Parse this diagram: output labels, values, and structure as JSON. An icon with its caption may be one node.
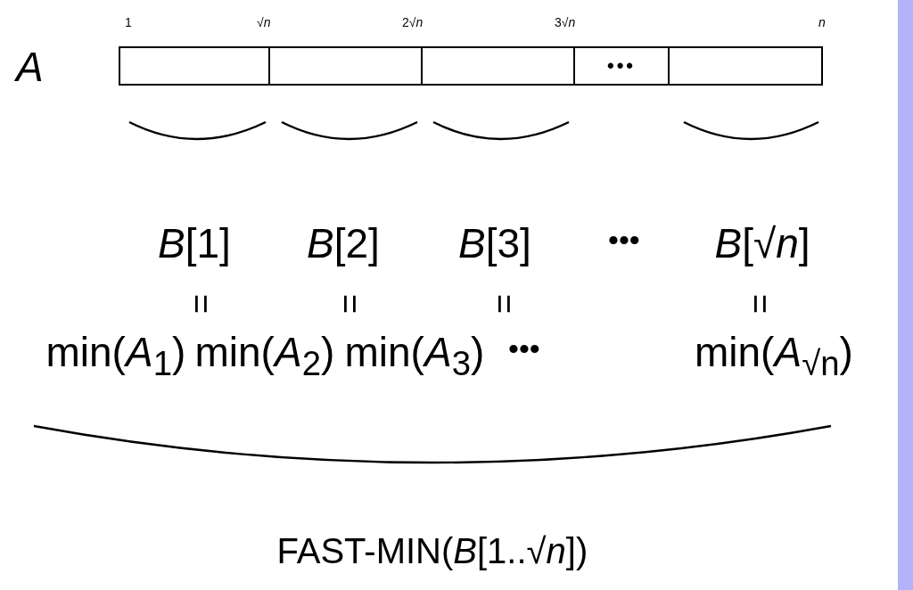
{
  "diagram": {
    "nodes": [
      {
        "text": [],
        "shape": "box"
      },
      {
        "text": [],
        "shape": "box"
      },
      {
        "text": [],
        "shape": "box"
      },
      {
        "text": [
          "•••"
        ]
      },
      {
        "text": [],
        "shape": "box"
      }
    ],
    "edges": [],
    "labels": [
      "*A*",
      "1",
      "√*n*",
      "2√*n*",
      "3√*n*",
      "*n*",
      "*B*[1]",
      "*B*[2]",
      "*B*[3]",
      "•••",
      "*B*[√*n*]",
      "=",
      "=",
      "=",
      "=",
      "min(*A*$_{1}$)",
      "min(*A*$_{2}$)",
      "min(*A*$_{3}$)",
      "•••",
      "min(*A*$_{√n}$)",
      "FAST-MIN(*B*[1..√*n*])"
    ]
  }
}
